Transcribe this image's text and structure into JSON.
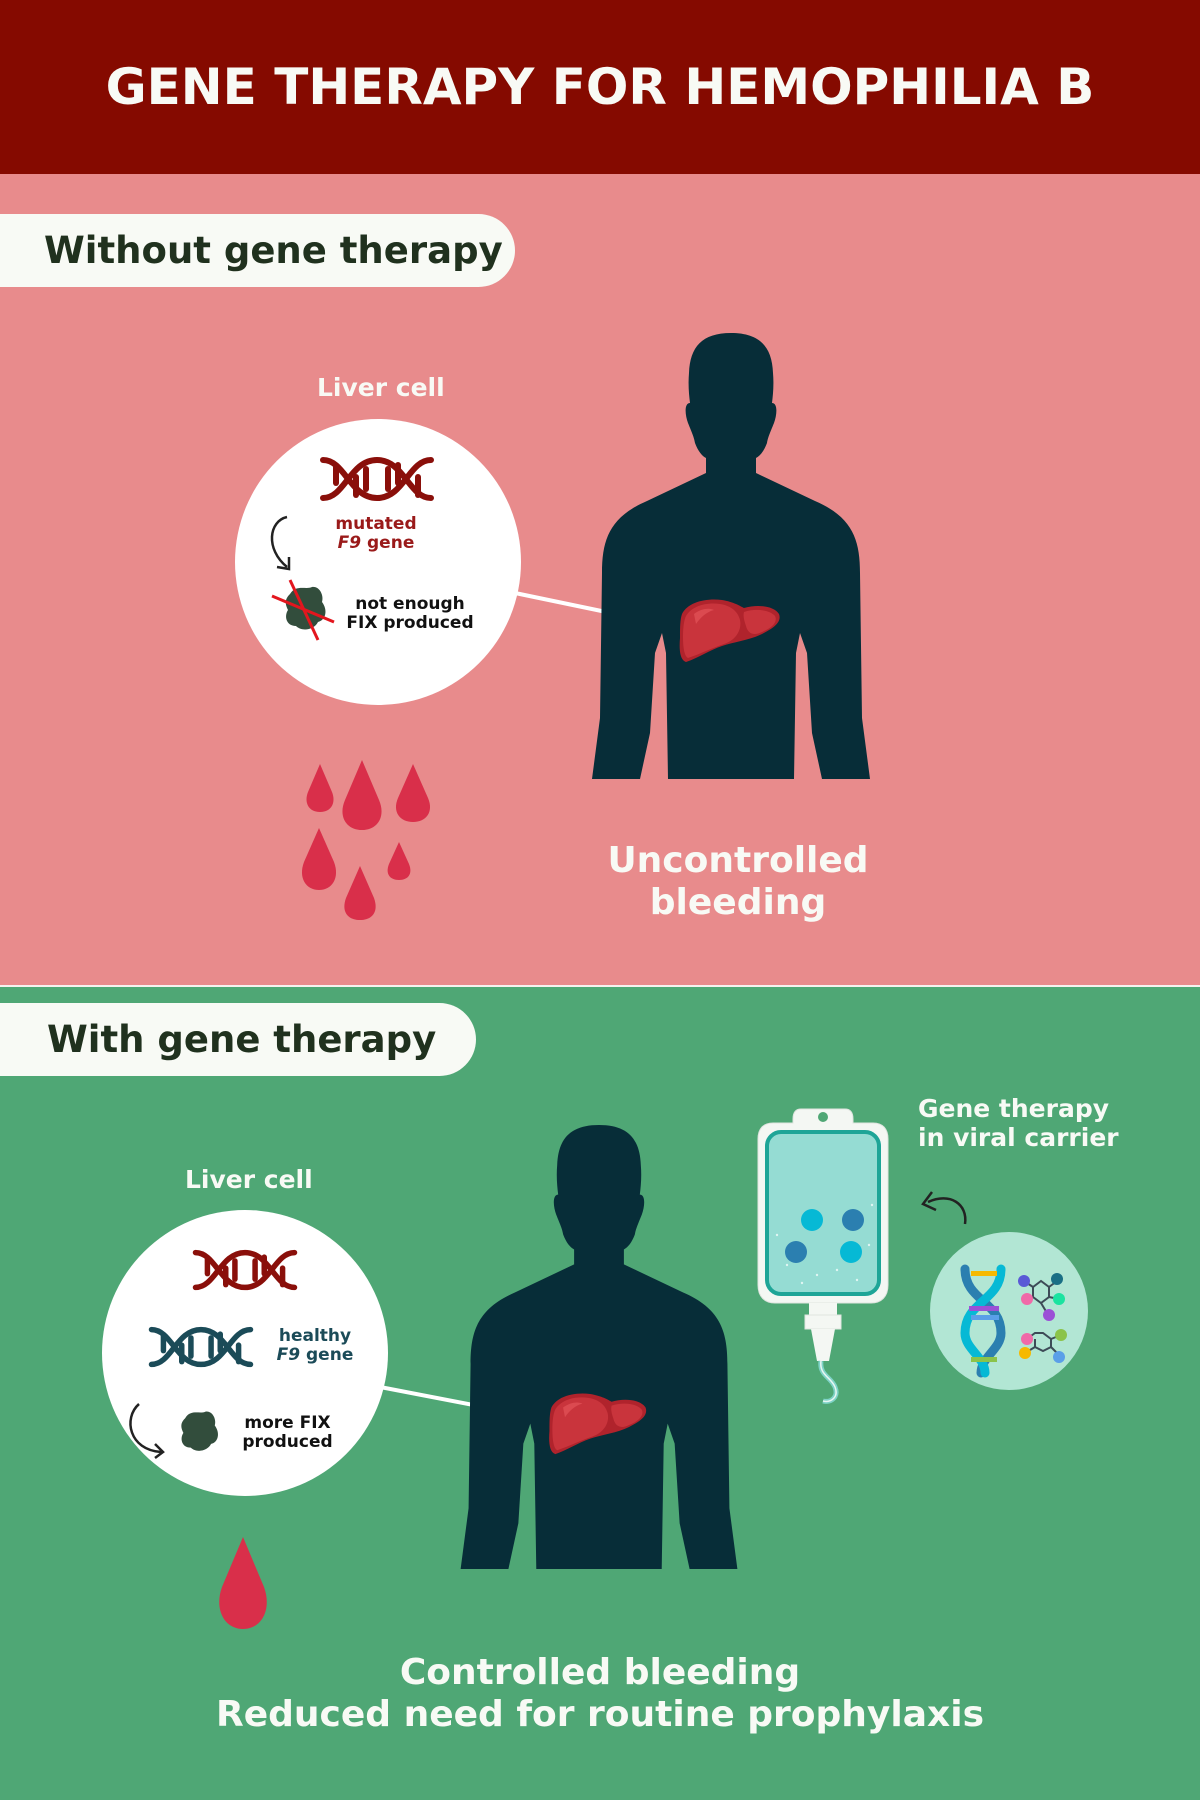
{
  "header": {
    "title": "GENE THERAPY FOR HEMOPHILIA B"
  },
  "colors": {
    "header_bg": "#850a00",
    "without_bg": "#e88b8c",
    "with_bg": "#4fa775",
    "silhouette": "#072d38",
    "liver": "#c2323a",
    "blood": "#d92f4a",
    "dna_mutated": "#8a0f0a",
    "dna_healthy": "#1b4b58",
    "factor_ix": "#324d3c",
    "pill_bg": "#f8faf5",
    "pill_text": "#20311e"
  },
  "without_section": {
    "pill_label": "Without gene therapy",
    "liver_cell_label": "Liver cell",
    "gene_label_line1": "mutated",
    "gene_label_italic": "F9",
    "gene_label_line2_rest": " gene",
    "protein_label_line1": "not enough",
    "protein_label_line2": "FIX produced",
    "outcome": "Uncontrolled bleeding"
  },
  "with_section": {
    "pill_label": "With gene therapy",
    "liver_cell_label": "Liver cell",
    "gene_label_line1": "healthy",
    "gene_label_italic": "F9",
    "gene_label_line2_rest": " gene",
    "protein_label_line1": "more FIX",
    "protein_label_line2": "produced",
    "carrier_label_line1": "Gene therapy",
    "carrier_label_line2": "in viral carrier",
    "outcome_line1": "Controlled bleeding",
    "outcome_line2": "Reduced need for routine prophylaxis"
  },
  "icons": [
    "dna-icon",
    "curved-arrow-icon",
    "factor-ix-protein-icon",
    "cross-out-icon",
    "human-silhouette",
    "liver-icon",
    "blood-drop-icon",
    "iv-bag-icon",
    "dna-molecule-icon"
  ]
}
